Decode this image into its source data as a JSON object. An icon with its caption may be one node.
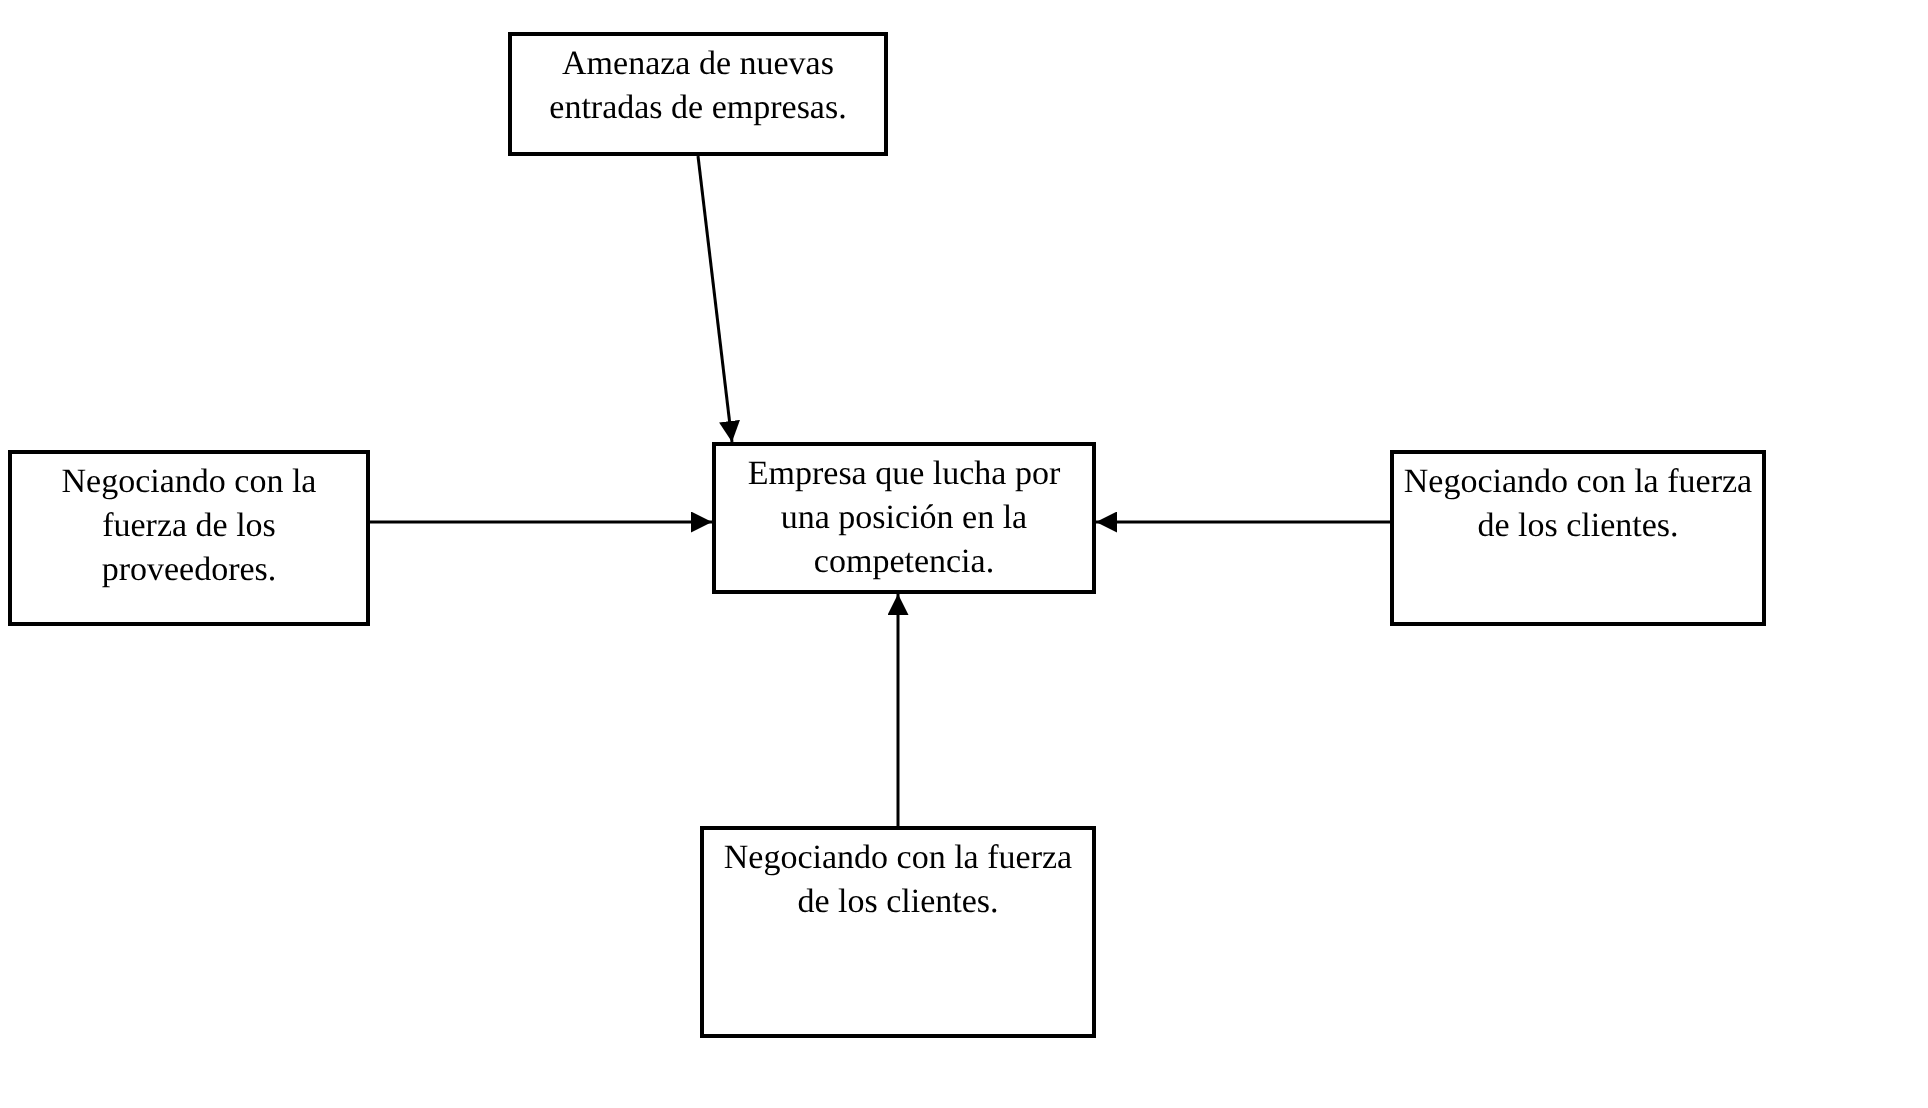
{
  "diagram": {
    "nodes": [
      {
        "text": [
          "Amenaza de nuevas entradas de empresas."
        ]
      },
      {
        "text": [
          "Negociando con la fuerza de los proveedores."
        ]
      },
      {
        "text": [
          "Empresa que lucha por una posición en la competencia."
        ]
      },
      {
        "text": [
          "Negociando con la fuerza de los clientes."
        ]
      },
      {
        "text": [
          "Negociando con la fuerza de los clientes."
        ]
      }
    ],
    "edges": [
      {
        "from": 0,
        "to": 2,
        "arrow": "to"
      },
      {
        "from": 1,
        "to": 2,
        "arrow": "to"
      },
      {
        "from": 3,
        "to": 2,
        "arrow": "to"
      },
      {
        "from": 4,
        "to": 2,
        "arrow": "to"
      }
    ]
  }
}
